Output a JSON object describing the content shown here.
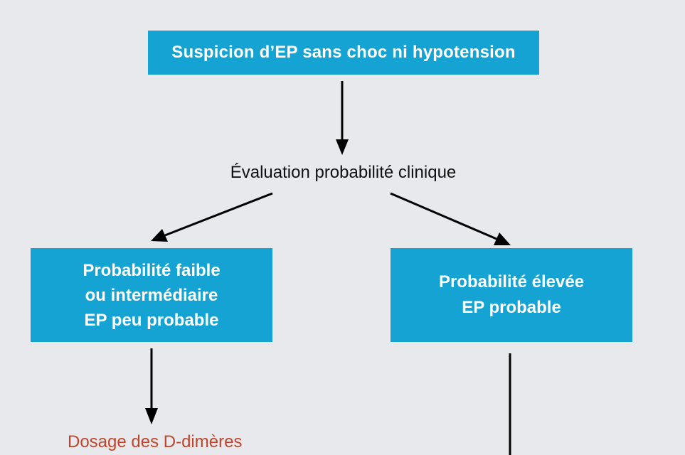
{
  "colors": {
    "background": "#e8e9ed",
    "box_fill": "#14a3d3",
    "box_text": "#ffffff",
    "node_text": "#111111",
    "highlight_text": "#c0452b",
    "arrow": "#000000"
  },
  "flowchart": {
    "start": {
      "label": "Suspicion d’EP sans choc ni hypotension"
    },
    "evaluation": {
      "label": "Évaluation probabilité clinique"
    },
    "low_probability": {
      "lines": [
        "Probabilité faible",
        "ou intermédiaire",
        "EP peu probable"
      ]
    },
    "high_probability": {
      "lines": [
        "Probabilité élevée",
        "EP probable"
      ]
    },
    "ddimer": {
      "label": "Dosage des D-dimères"
    }
  }
}
